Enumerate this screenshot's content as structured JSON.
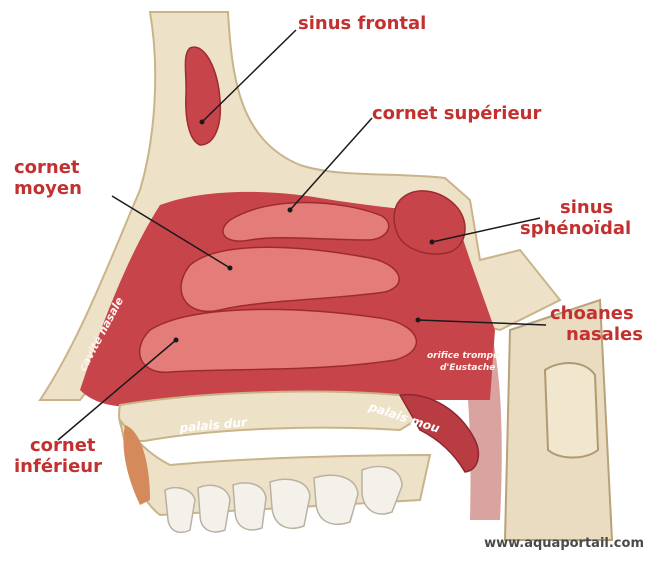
{
  "colors": {
    "label": "#c2312f",
    "pointer": "#1a1a1a",
    "bone": "#ede2c7",
    "bone_dark": "#d7c7a1",
    "mucosa": "#c7454a",
    "mucosa_light": "#e47c7a",
    "mucosa_dark": "#9d2a31",
    "tooth": "#f4f1ea"
  },
  "labels": {
    "sinus_frontal": "sinus frontal",
    "cornet_superieur": "cornet supérieur",
    "cornet_moyen_1": "cornet",
    "cornet_moyen_2": "moyen",
    "sinus_sphenoidal_1": "sinus",
    "sinus_sphenoidal_2": "sphénoïdal",
    "choanes_1": "choanes",
    "choanes_2": "nasales",
    "cornet_inferieur_1": "cornet",
    "cornet_inferieur_2": "inférieur"
  },
  "inner_labels": {
    "cavite_nasale": "cavité nasale",
    "orifice_1": "orifice trompe",
    "orifice_2": "d'Eustache",
    "palais_dur": "palais dur",
    "palais_mou": "palais mou"
  },
  "watermark": "www.aquaportail.com"
}
